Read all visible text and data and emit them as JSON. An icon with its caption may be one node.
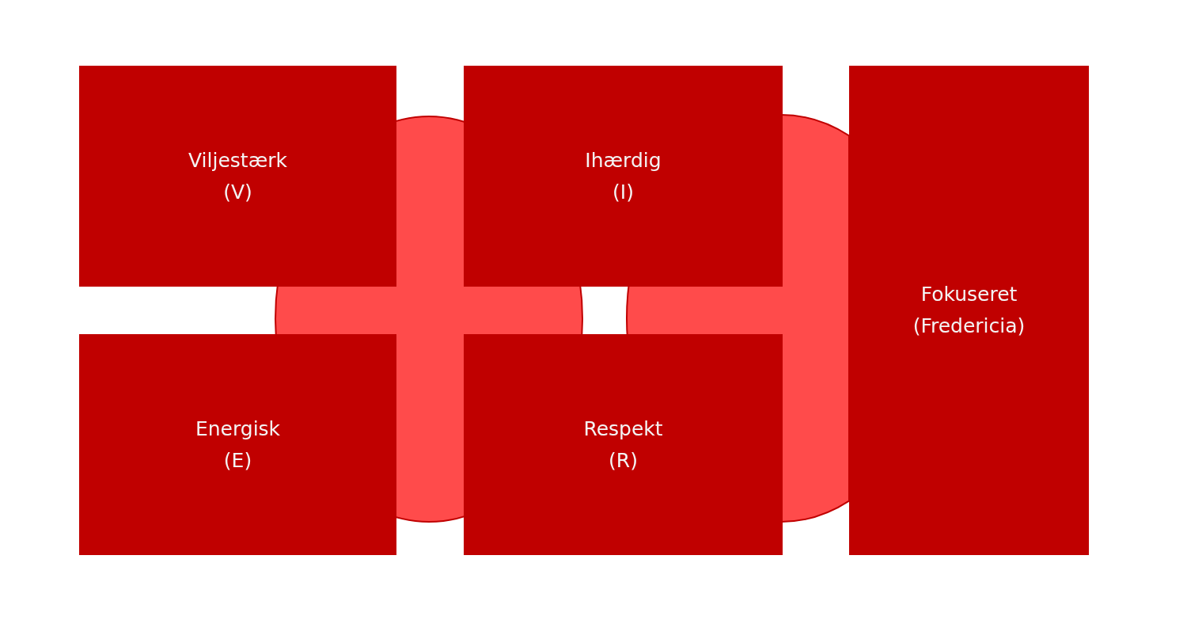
{
  "diagram": {
    "nodes": [
      {
        "text": [
          "Viljestærk",
          "(V)"
        ]
      },
      {
        "text": [
          "Ihærdig",
          "(I)"
        ]
      },
      {
        "text": [
          "Fokuseret",
          "(Fredericia)"
        ]
      },
      {
        "text": [
          "Energisk",
          "(E)"
        ]
      },
      {
        "text": [
          "Respekt",
          "(R)"
        ]
      },
      {
        "text": [],
        "shape": "circle"
      },
      {
        "text": [],
        "shape": "circle"
      }
    ]
  }
}
